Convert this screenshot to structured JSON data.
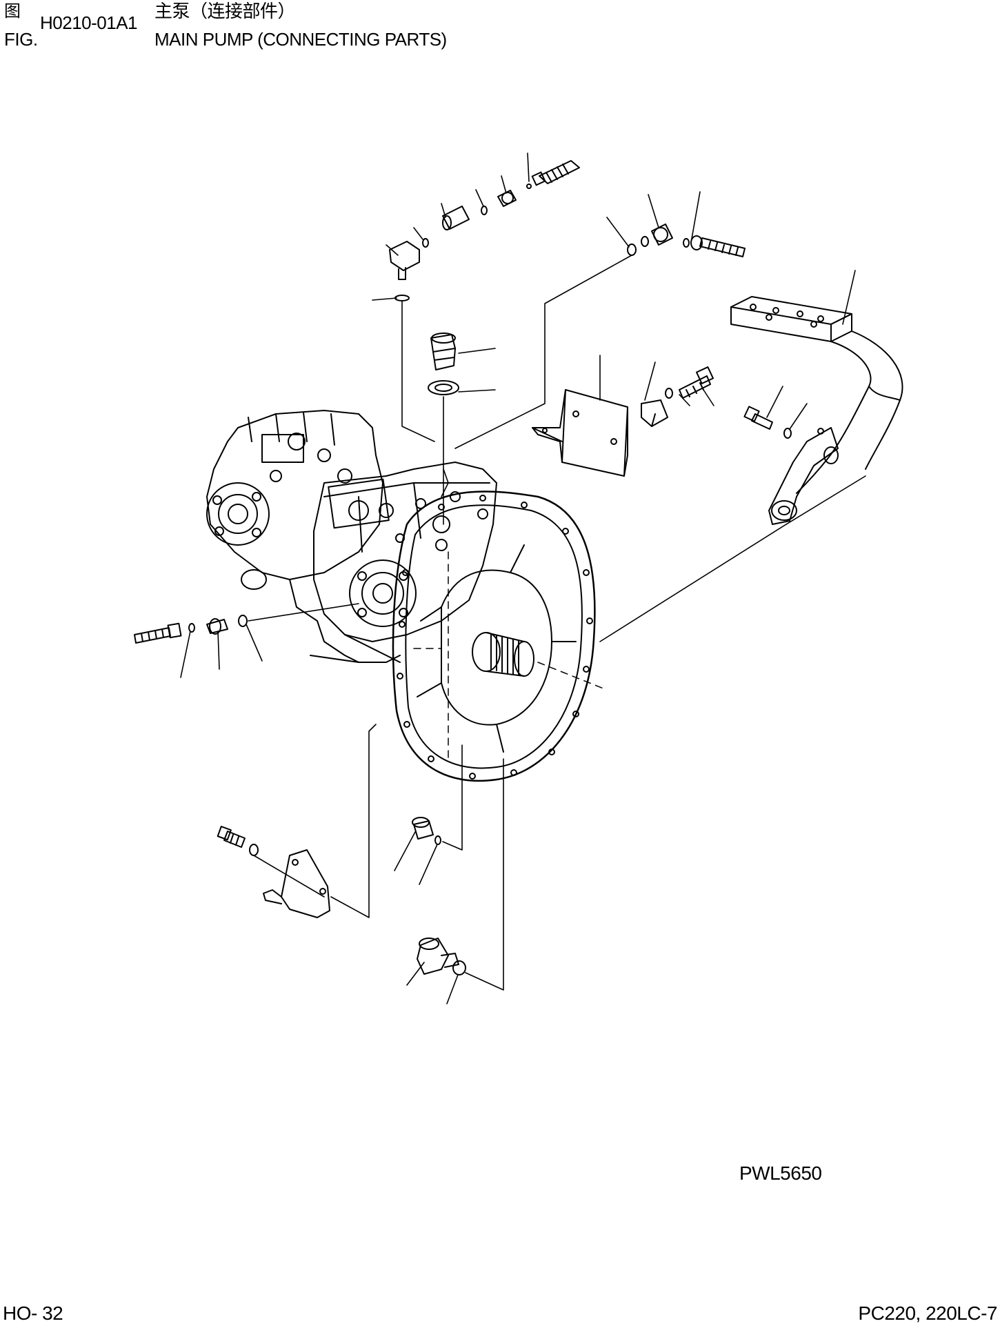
{
  "header": {
    "fig_label_cn": "图",
    "fig_label_en": "FIG.",
    "fig_code": "H0210-01A1",
    "title_cn": "主泵（连接部件）",
    "title_en": "MAIN PUMP (CONNECTING PARTS)"
  },
  "illustration_code": "PWL5650",
  "footer": {
    "page_number": "HO- 32",
    "model": "PC220, 220LC-7"
  }
}
